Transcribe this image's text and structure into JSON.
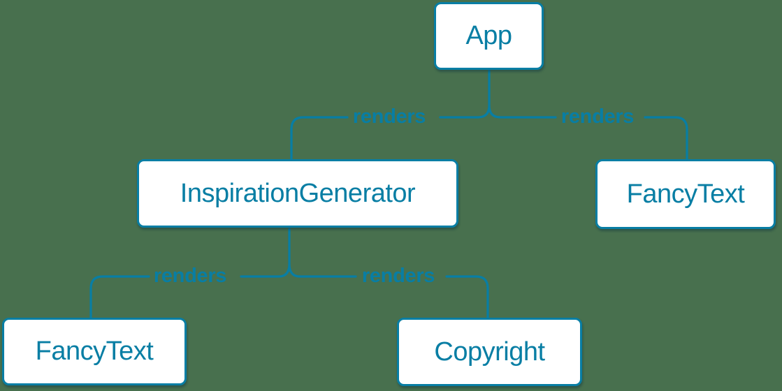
{
  "colors": {
    "background": "#48704e",
    "accent": "#087ea4",
    "node_fill": "#ffffff"
  },
  "diagram": {
    "type": "component-render-tree",
    "nodes": [
      {
        "id": "app",
        "label": "App"
      },
      {
        "id": "inspiration-generator",
        "label": "InspirationGenerator"
      },
      {
        "id": "fancy-text-top",
        "label": "FancyText"
      },
      {
        "id": "fancy-text-bottom",
        "label": "FancyText"
      },
      {
        "id": "copyright",
        "label": "Copyright"
      }
    ],
    "edges": [
      {
        "from": "App",
        "to": "InspirationGenerator",
        "label": "renders"
      },
      {
        "from": "App",
        "to": "FancyText",
        "label": "renders"
      },
      {
        "from": "InspirationGenerator",
        "to": "FancyText",
        "label": "renders"
      },
      {
        "from": "InspirationGenerator",
        "to": "Copyright",
        "label": "renders"
      }
    ]
  }
}
